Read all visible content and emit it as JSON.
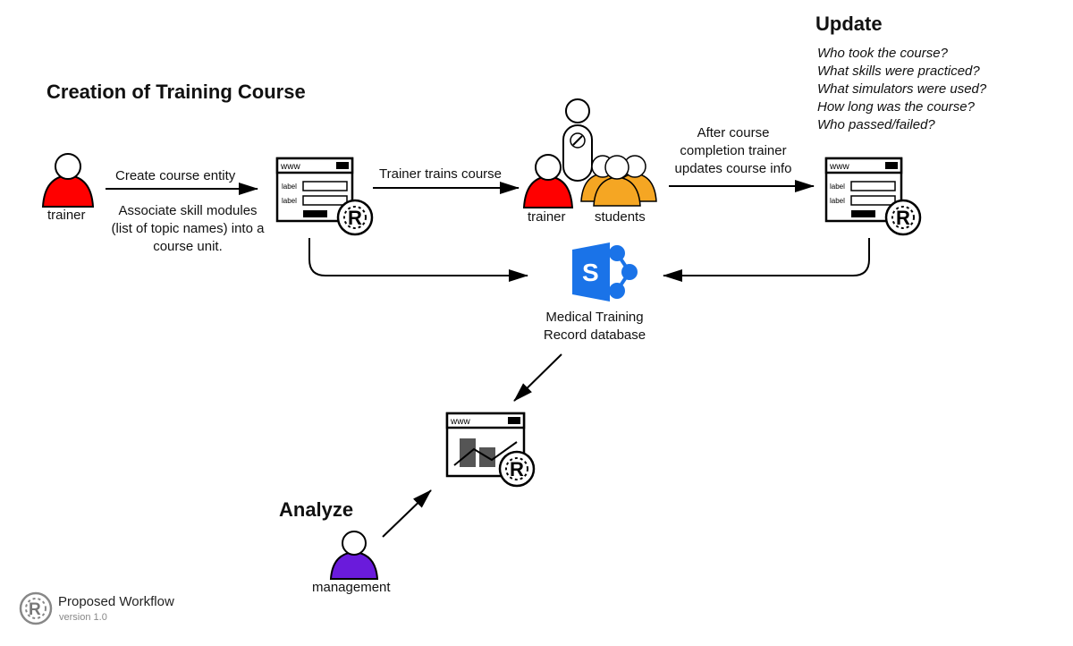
{
  "headings": {
    "creation": "Creation of Training Course",
    "update": "Update",
    "analyze": "Analyze"
  },
  "actors": {
    "trainer_left": "trainer",
    "trainer_center": "trainer",
    "students": "students",
    "management": "management"
  },
  "steps": {
    "create_entity": "Create course entity",
    "associate_line1": "Associate skill modules",
    "associate_line2": "(list of topic names) into a",
    "associate_line3": "course unit.",
    "trains": "Trainer trains course",
    "after_line1": "After course",
    "after_line2": "completion trainer",
    "after_line3": "updates course info"
  },
  "update_questions": [
    "Who took the course?",
    "What skills were practiced?",
    "What simulators were used?",
    "How long was the course?",
    "Who passed/failed?"
  ],
  "database": {
    "line1": "Medical Training",
    "line2": "Record database",
    "icon_letter": "S"
  },
  "app_window": {
    "url_text": "www",
    "field_label": "label",
    "logo_letter": "R"
  },
  "footer": {
    "title": "Proposed Workflow",
    "version": "version 1.0",
    "logo_letter": "R"
  },
  "colors": {
    "trainer": "#ff0000",
    "students": "#f5a623",
    "management": "#6a1bdb",
    "sharepoint": "#1a73e8"
  }
}
